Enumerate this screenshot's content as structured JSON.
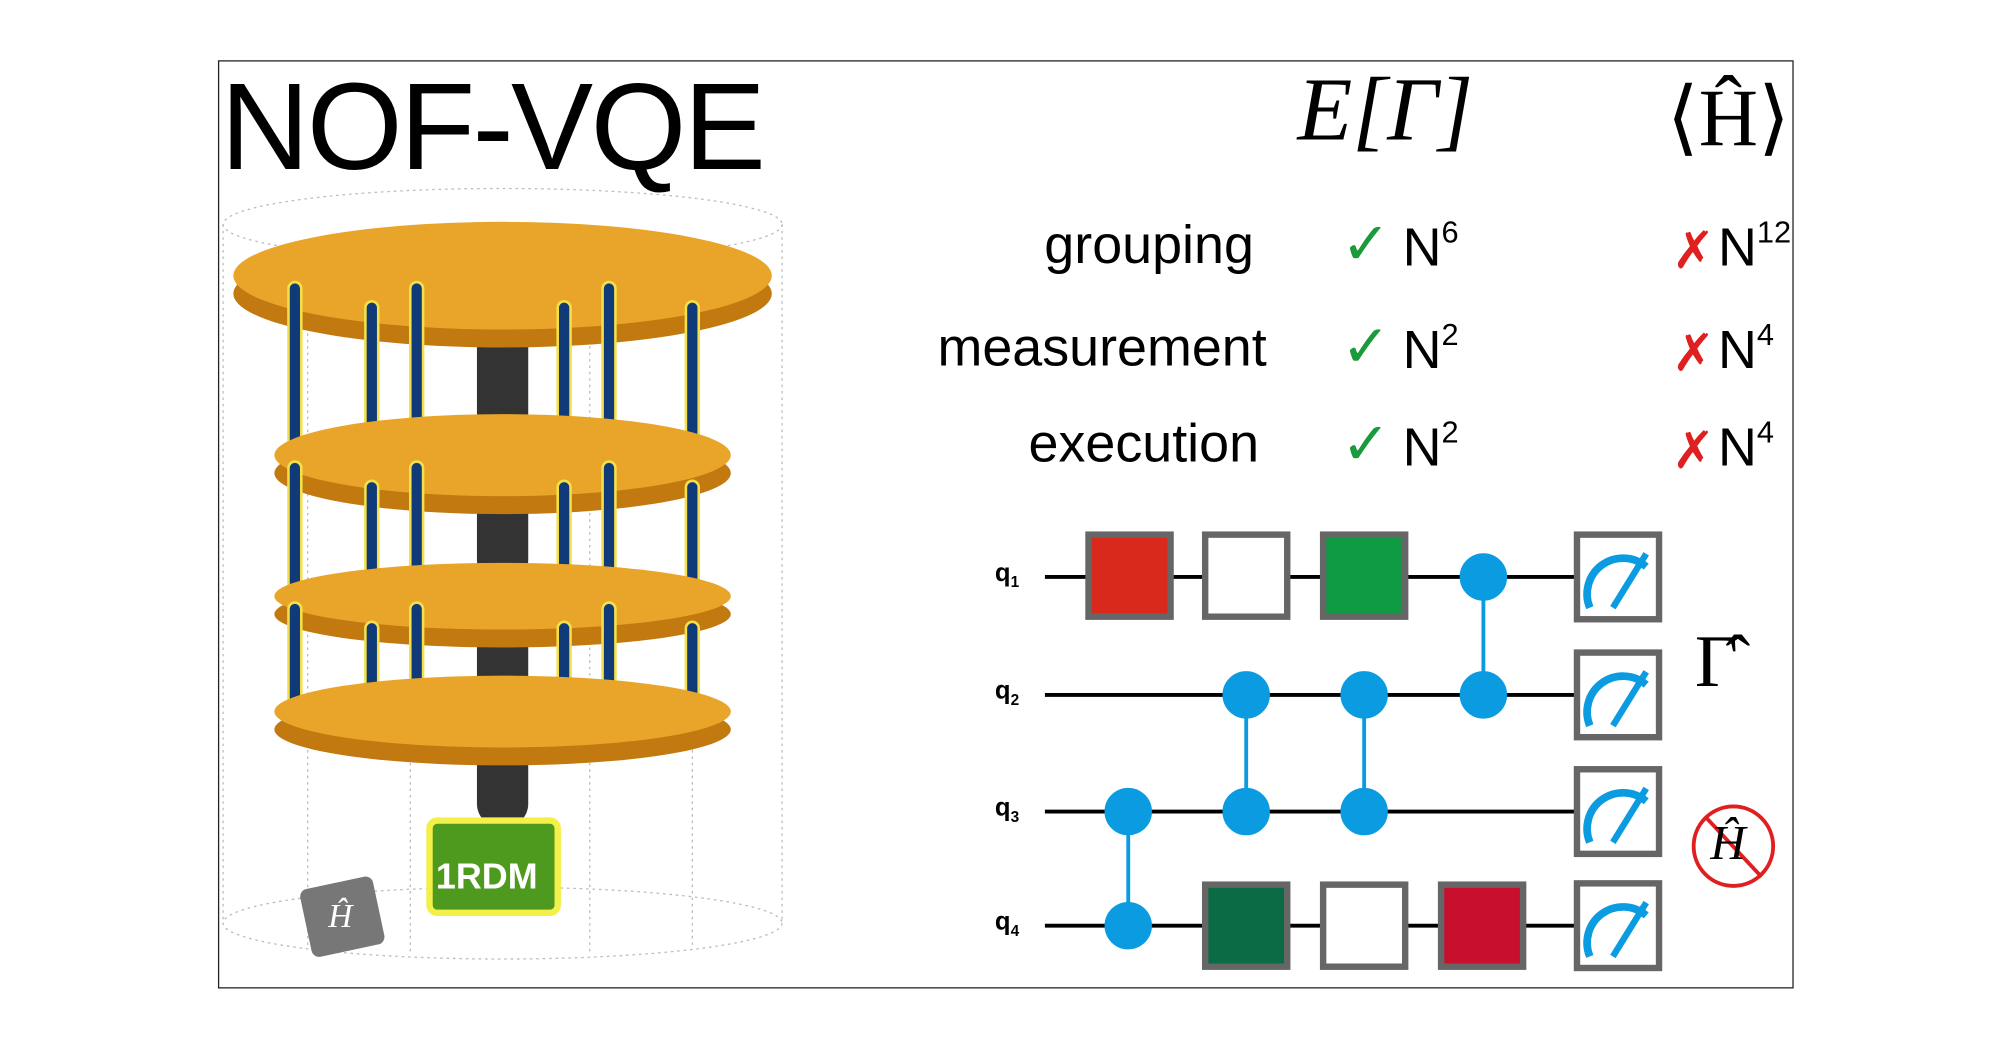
{
  "title": "NOF-VQE",
  "headers": {
    "nof": "E[Γ]",
    "vqe": "⟨Ĥ⟩"
  },
  "rows": [
    {
      "label": "grouping",
      "nof_cost": "N",
      "nof_exp": "6",
      "vqe_cost": "N",
      "vqe_exp": "12"
    },
    {
      "label": "measurement",
      "nof_cost": "N",
      "nof_exp": "2",
      "vqe_cost": "N",
      "vqe_exp": "4"
    },
    {
      "label": "execution",
      "nof_cost": "N",
      "nof_exp": "2",
      "vqe_cost": "N",
      "vqe_exp": "4"
    }
  ],
  "marks": {
    "check": "✓",
    "cross": "✗"
  },
  "circuit": {
    "qubits": [
      {
        "q": "q",
        "i": "1"
      },
      {
        "q": "q",
        "i": "2"
      },
      {
        "q": "q",
        "i": "3"
      },
      {
        "q": "q",
        "i": "4"
      }
    ],
    "gamma_hat": "Γ̂",
    "h_hat_crossed": "Ĥ"
  },
  "illustration": {
    "rdm_label": "1RDM",
    "h_cube_label": "Ĥ"
  },
  "colors": {
    "gate_red": "#d9291c",
    "gate_green": "#0f9a44",
    "gate_darkgreen": "#0b6b45",
    "gate_crimson": "#c8102e",
    "qubit_blue": "#0a9be0",
    "check": "#1a9a3a",
    "cross": "#e02020",
    "disc": "#e8a52a"
  }
}
